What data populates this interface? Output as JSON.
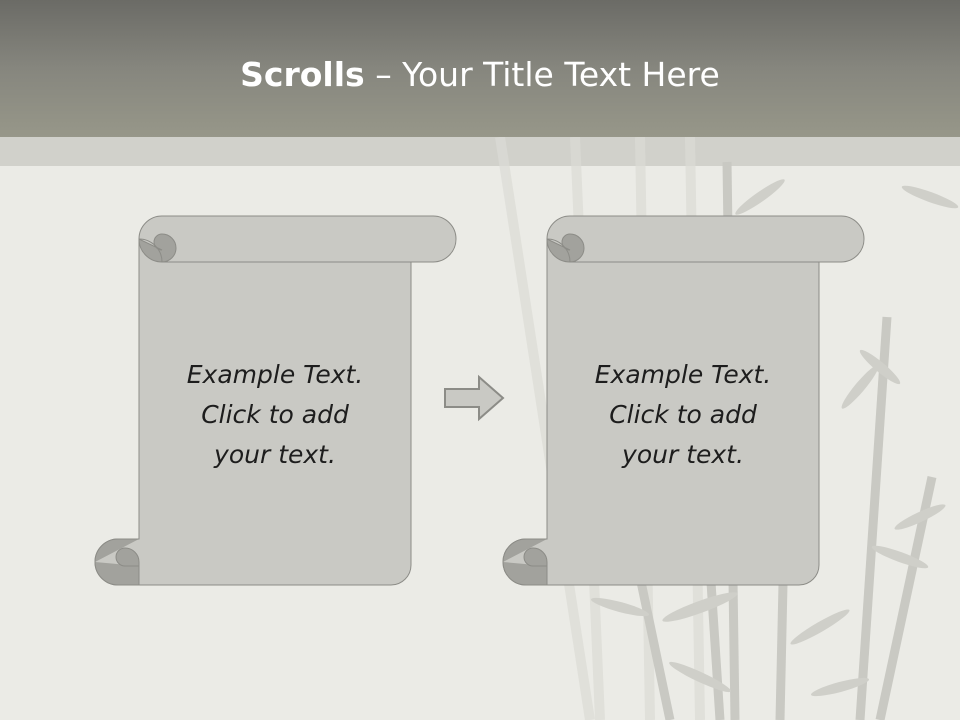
{
  "slide": {
    "title_bold": "Scrolls",
    "title_rest": " – Your Title Text Here"
  },
  "scrolls": [
    {
      "text": "Example  Text.\nClick  to add\nyour text."
    },
    {
      "text": "Example  Text.\nClick  to add\nyour text."
    }
  ],
  "colors": {
    "header": "#7d7d76",
    "background": "#ebebe6",
    "scroll_fill": "#c9c9c4",
    "scroll_curl": "#a2a29d",
    "bamboo": "#c8c8c2"
  },
  "icons": [
    "arrow-right-icon",
    "bamboo-decoration"
  ]
}
